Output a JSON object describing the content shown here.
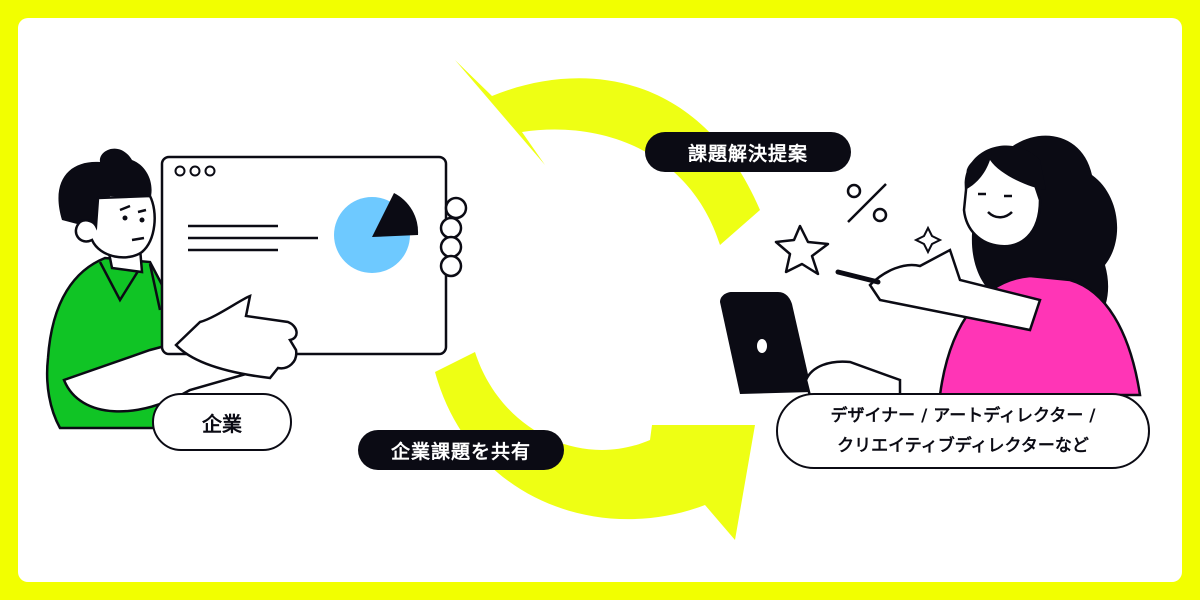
{
  "colors": {
    "frame": "#f2ff00",
    "arrow": "#eeff14",
    "ink": "#0b0b14",
    "shirt_green": "#10c425",
    "top_pink": "#ff35b6",
    "pie_blue": "#6ec9ff",
    "skin": "#ffffff"
  },
  "labels": {
    "company": "企業",
    "share_issues": "企業課題を共有",
    "propose_solution": "課題解決提案",
    "roles_line1": "デザイナー / アートディレクター /",
    "roles_line2": "クリエイティブディレクターなど"
  },
  "icons": {
    "left_person": "man-holding-board-illustration",
    "right_person": "woman-with-laptop-illustration",
    "board": "presentation-board-with-pie-chart",
    "cycle_arrows": "circular-arrows",
    "decor": [
      "star-icon",
      "percent-icon",
      "sparkle-icon"
    ]
  }
}
